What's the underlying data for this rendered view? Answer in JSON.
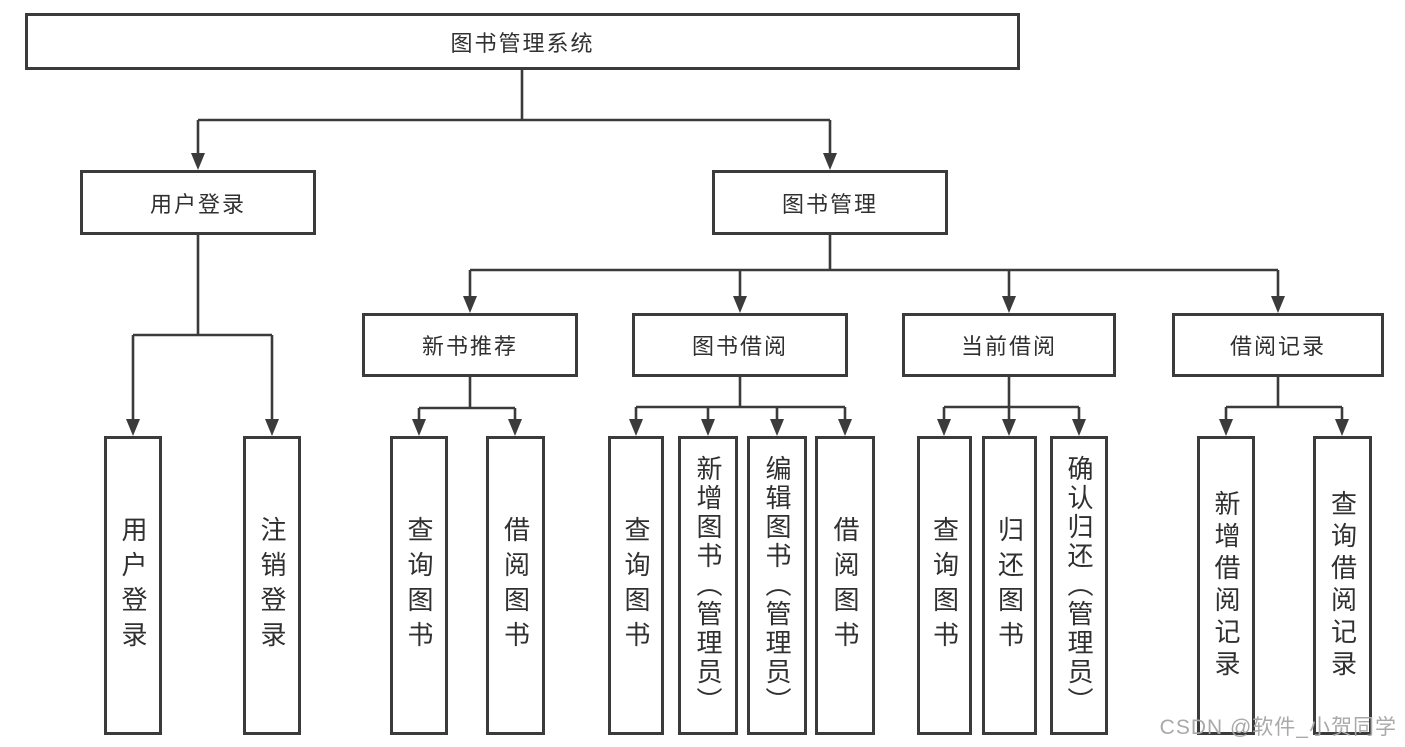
{
  "tree": {
    "label": "图书管理系统",
    "children": [
      {
        "label": "用户登录",
        "children": [
          {
            "label": "用户登录"
          },
          {
            "label": "注销登录"
          }
        ]
      },
      {
        "label": "图书管理",
        "children": [
          {
            "label": "新书推荐",
            "children": [
              {
                "label": "查询图书"
              },
              {
                "label": "借阅图书"
              }
            ]
          },
          {
            "label": "图书借阅",
            "children": [
              {
                "label": "查询图书"
              },
              {
                "label": "新增图书（管理员）"
              },
              {
                "label": "编辑图书（管理员）"
              },
              {
                "label": "借阅图书"
              }
            ]
          },
          {
            "label": "当前借阅",
            "children": [
              {
                "label": "查询图书"
              },
              {
                "label": "归还图书"
              },
              {
                "label": "确认归还（管理员）"
              }
            ]
          },
          {
            "label": "借阅记录",
            "children": [
              {
                "label": "新增借阅记录"
              },
              {
                "label": "查询借阅记录"
              }
            ]
          }
        ]
      }
    ]
  },
  "watermark": "CSDN @软件_小贺同学",
  "colors": {
    "line": "#3b3b3b",
    "text": "#303030",
    "background": "#ffffff",
    "watermark": "#a9a9a9"
  }
}
